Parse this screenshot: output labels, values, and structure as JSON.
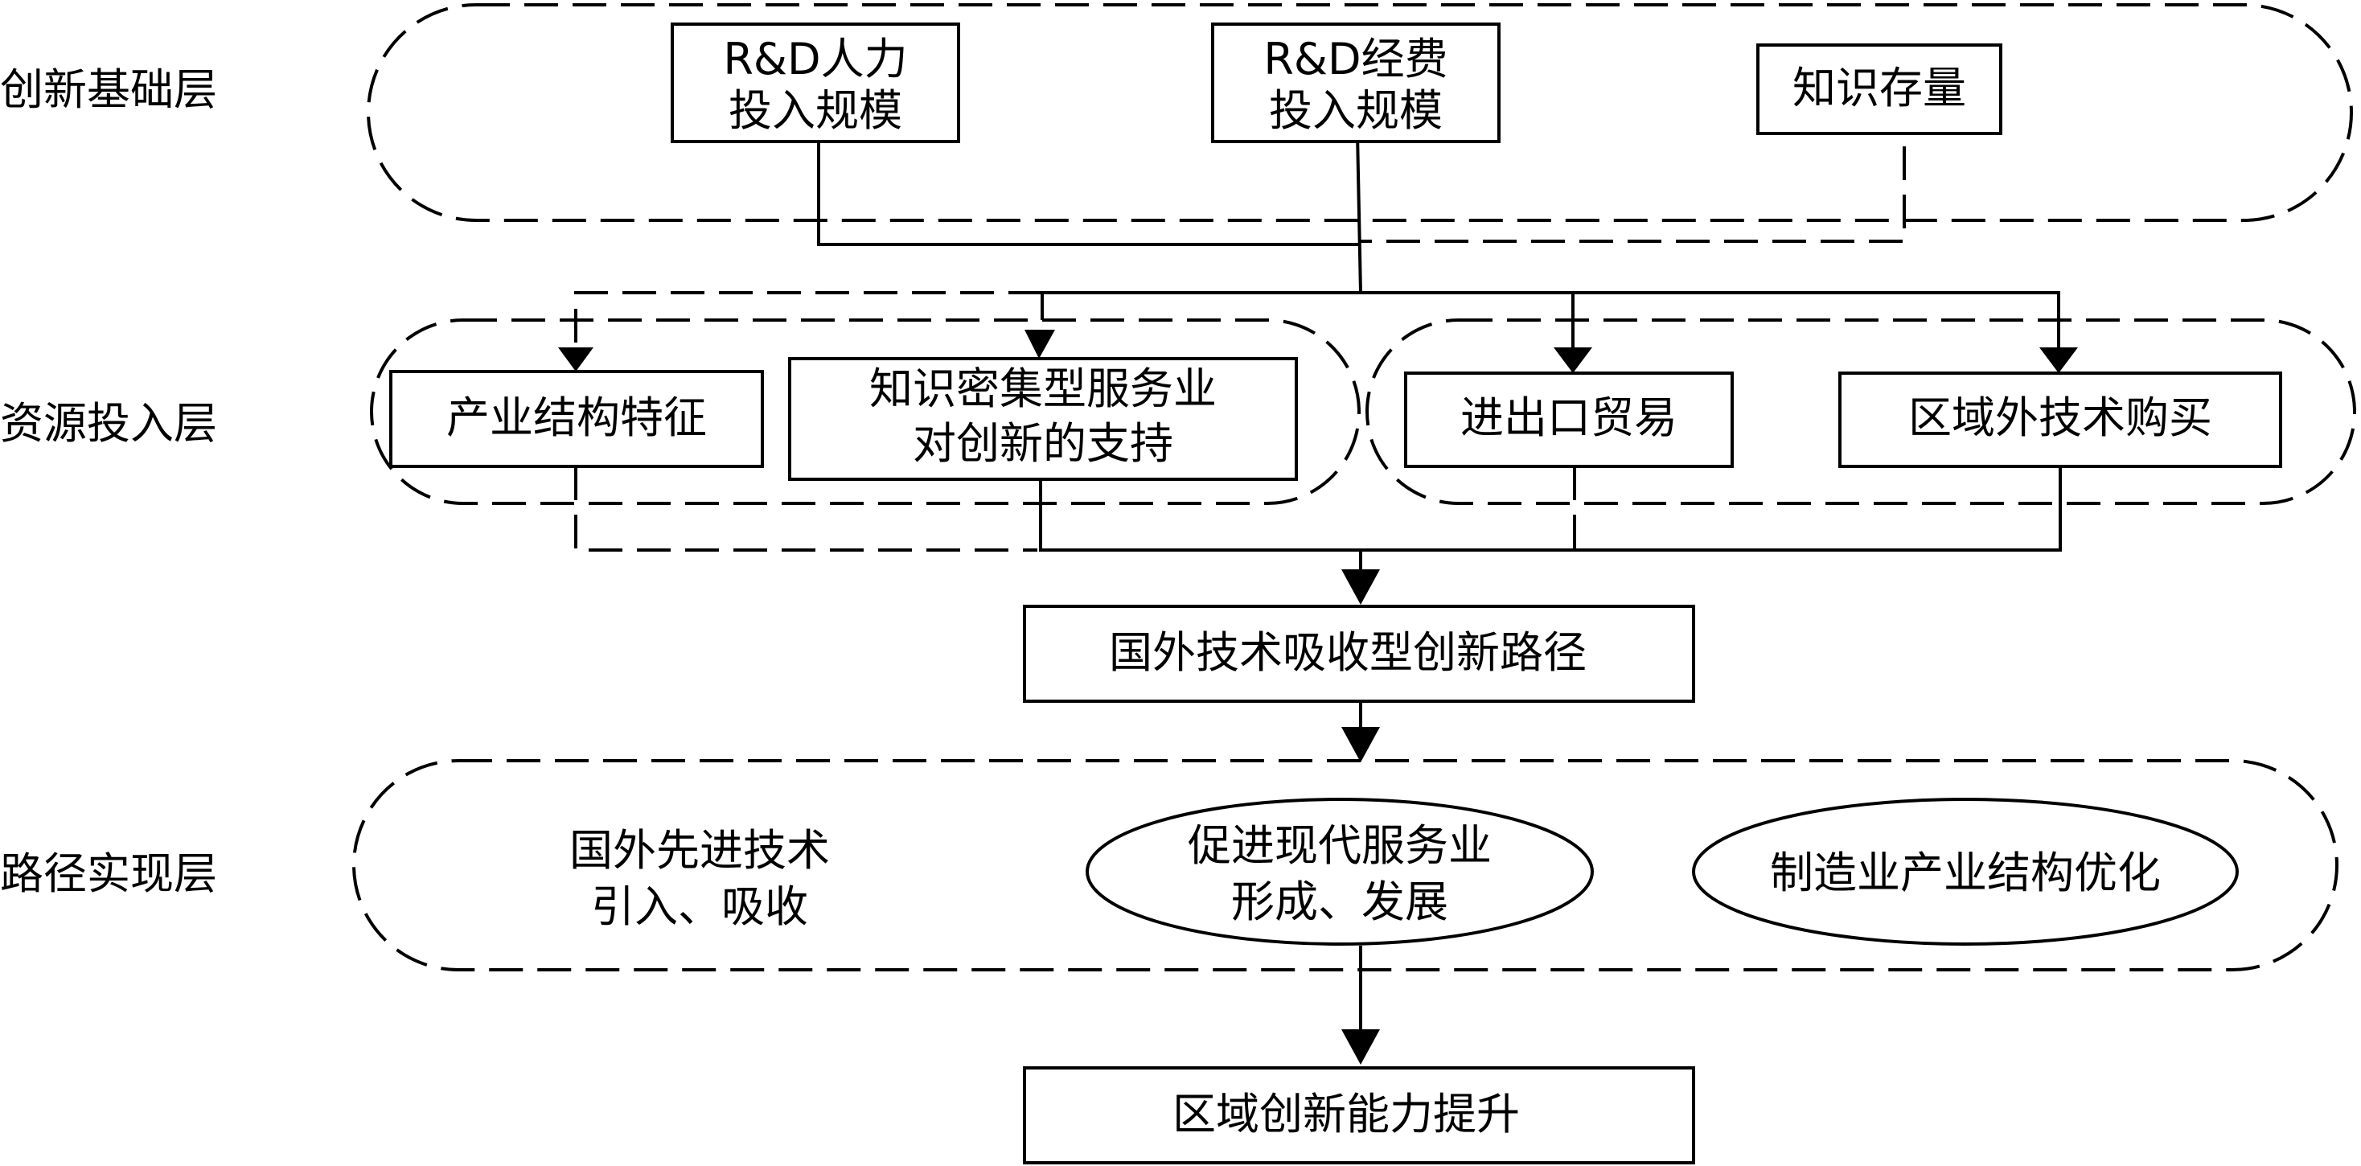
{
  "layers": {
    "foundation": "创新基础层",
    "input": "资源投入层",
    "realization": "路径实现层"
  },
  "boxes": {
    "rd_labor": [
      "R&D人力",
      "投入规模"
    ],
    "rd_funds": [
      "R&D经费",
      "投入规模"
    ],
    "knowledge_stock": [
      "知识存量"
    ],
    "industry_structure": [
      "产业结构特征"
    ],
    "kibs_support": [
      "知识密集型服务业",
      "对创新的支持"
    ],
    "trade": [
      "进出口贸易"
    ],
    "tech_purchase": [
      "区域外技术购买"
    ],
    "absorption_path": [
      "国外技术吸收型创新路径"
    ],
    "capability": [
      "区域创新能力提升"
    ]
  },
  "outcomes": {
    "tech_intro": [
      "国外先进技术",
      "引入、吸收"
    ],
    "service_dev": [
      "促进现代服务业",
      "形成、发展"
    ],
    "manufacturing": [
      "制造业产业结构优化"
    ]
  }
}
